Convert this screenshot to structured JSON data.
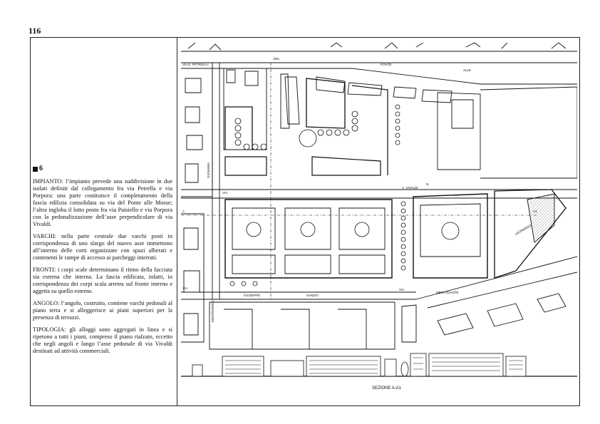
{
  "page": {
    "number": "116"
  },
  "section": {
    "number": "6"
  },
  "paragraphs": [
    {
      "key": "IMPIANTO:",
      "text": " l’impianto prevede una suddivisione in due isolati definiti dal collegamento fra via Petrella e via Porpora: una parte costituisce il completamento della fascia edilizia consolidata su via del Ponte alle Mosse; l’altra ingloba il lotto posto fra via Paisiello e via Porpora con la pedonalizzazione dell’asse perpendicolare di via Vivaldi."
    },
    {
      "key": "VARCHI:",
      "text": " nella parte centrale due varchi posti in corrispondenza di uno slargo del nuovo asse immettono all’interno delle corti organizzate con spazi alberati e contenenti le rampe di accesso ai parcheggi interrati."
    },
    {
      "key": "FRONTI:",
      "text": " i corpi scale determinano il ritmo della facciata sia esterna che interna. La fascia edificata, infatti, in corrispondenza dei corpi scala arretra sul fronte interno e aggetta su quello esterno."
    },
    {
      "key": "ANGOLO:",
      "text": " l’angolo, costruito, contiene varchi pedonali al piano terra e si alleggerisce ai piani superiori per la presenza di terrazzi."
    },
    {
      "key": "TIPOLOGIA:",
      "text": " gli alloggi sono aggregati in linea e si ripetono a tutti i piani, compreso il piano rialzato, eccetto che negli angoli e lungo l’asse pedonale di via Vivaldi destinati ad attività commerciali."
    }
  ],
  "plan": {
    "labels": {
      "via_petrella": "VIA E. PETRELLA",
      "via": "VIA",
      "del": "DEL",
      "ponte": "PONTE",
      "alle": "ALLE",
      "giovanni": "GIOVANNI",
      "vivaldi": "A. VIVALDI",
      "n": "N.",
      "via_left": "VIA",
      "giuseppe": "GIUSEPPE",
      "sanzio": "SANZIO",
      "via_mid": "VIA",
      "mercadante": "MERCADANTE",
      "monteverdi": "MONTEVERDI",
      "leonardo": "LEONARDO",
      "sezione": "SEZIONE A-A1",
      "a": "A",
      "a1": "A1"
    }
  }
}
